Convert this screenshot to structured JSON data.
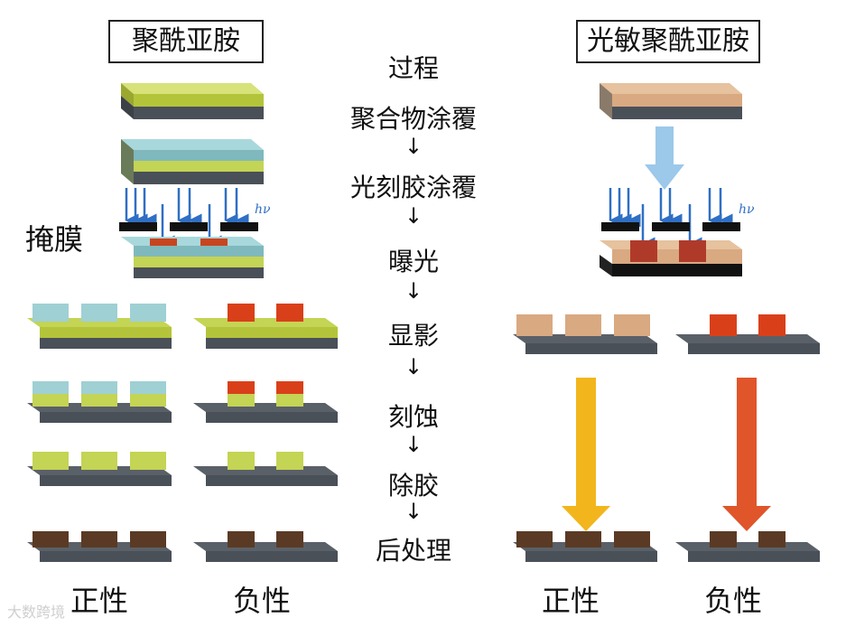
{
  "left_title": "聚酰亚胺",
  "right_title": "光敏聚酰亚胺",
  "process": {
    "header": "过程",
    "steps": [
      "聚合物涂覆",
      "光刻胶涂覆",
      "曝光",
      "显影",
      "刻蚀",
      "除胶",
      "后处理"
    ]
  },
  "mask_label": "掩膜",
  "hv_label": "hν",
  "bottom_labels": {
    "left_positive": "正性",
    "left_negative": "负性",
    "right_positive": "正性",
    "right_negative": "负性"
  },
  "watermark": "大数跨境",
  "colors": {
    "substrate": "#4a5058",
    "polyimide": "#c4d454",
    "resist_blue": "#8fc8cc",
    "resist_red": "#d9401a",
    "psp_tan": "#d9a981",
    "cured_brown": "#5a3a24",
    "arrow_yellow": "#f2b61c",
    "arrow_orange": "#e0552a",
    "arrow_lightblue": "#9cc8ea",
    "uv_blue": "#2f6fc4"
  }
}
